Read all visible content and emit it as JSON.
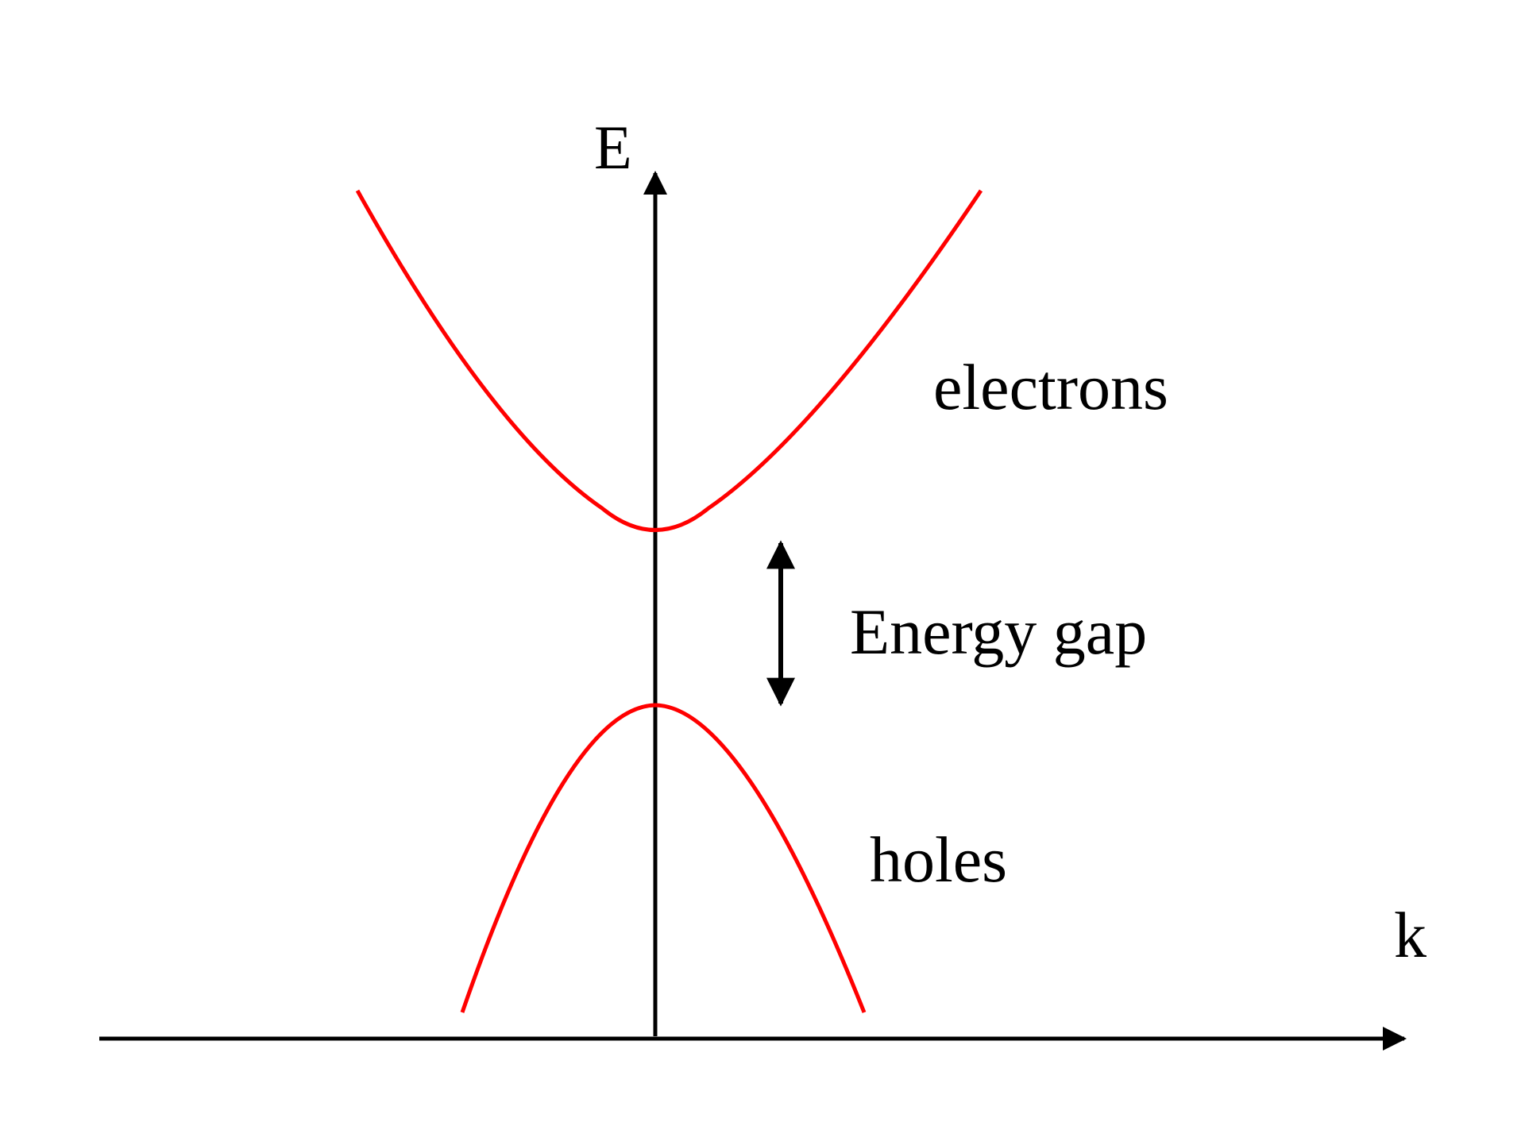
{
  "diagram": {
    "axes": {
      "vertical_label": "E",
      "horizontal_label": "k"
    },
    "labels": {
      "conduction_band": "electrons",
      "valence_band": "holes",
      "gap": "Energy gap"
    },
    "colors": {
      "band_curve": "#ff0000",
      "axis": "#000000"
    }
  }
}
